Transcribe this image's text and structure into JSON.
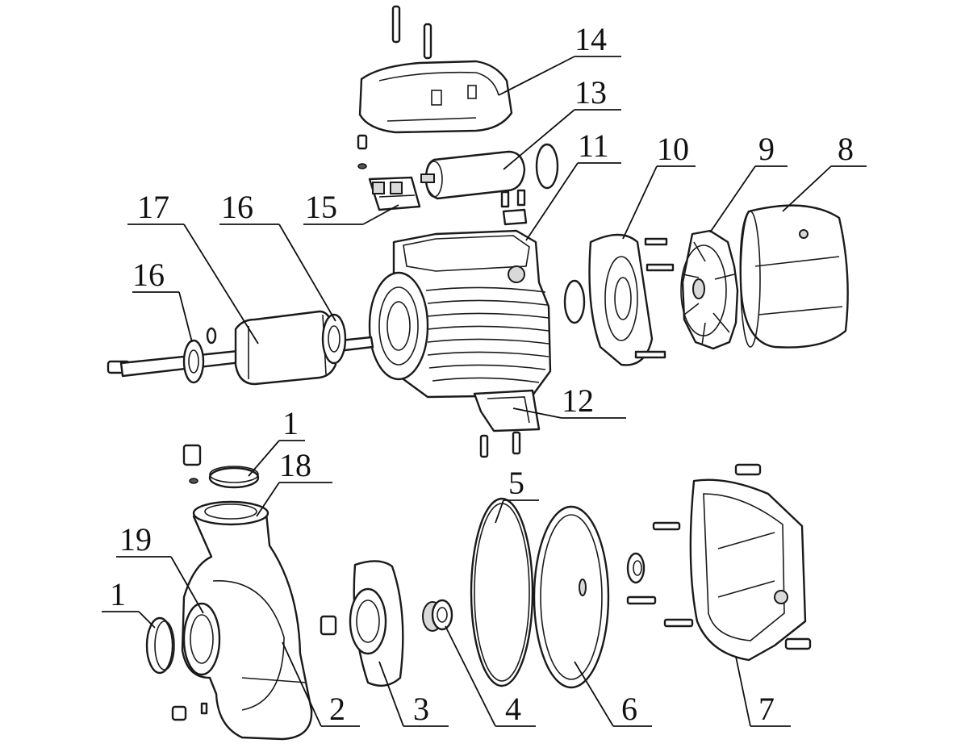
{
  "colors": {
    "line": "#1a1a1a",
    "background": "#ffffff"
  },
  "callouts": [
    {
      "id": "c14",
      "label": "14"
    },
    {
      "id": "c13",
      "label": "13"
    },
    {
      "id": "c11",
      "label": "11"
    },
    {
      "id": "c10",
      "label": "10"
    },
    {
      "id": "c9",
      "label": "9"
    },
    {
      "id": "c8",
      "label": "8"
    },
    {
      "id": "c17",
      "label": "17"
    },
    {
      "id": "c16a",
      "label": "16"
    },
    {
      "id": "c15",
      "label": "15"
    },
    {
      "id": "c16b",
      "label": "16"
    },
    {
      "id": "c12",
      "label": "12"
    },
    {
      "id": "c1a",
      "label": "1"
    },
    {
      "id": "c18",
      "label": "18"
    },
    {
      "id": "c5",
      "label": "5"
    },
    {
      "id": "c19",
      "label": "19"
    },
    {
      "id": "c1b",
      "label": "1"
    },
    {
      "id": "c2",
      "label": "2"
    },
    {
      "id": "c3",
      "label": "3"
    },
    {
      "id": "c4",
      "label": "4"
    },
    {
      "id": "c6",
      "label": "6"
    },
    {
      "id": "c7",
      "label": "7"
    }
  ]
}
